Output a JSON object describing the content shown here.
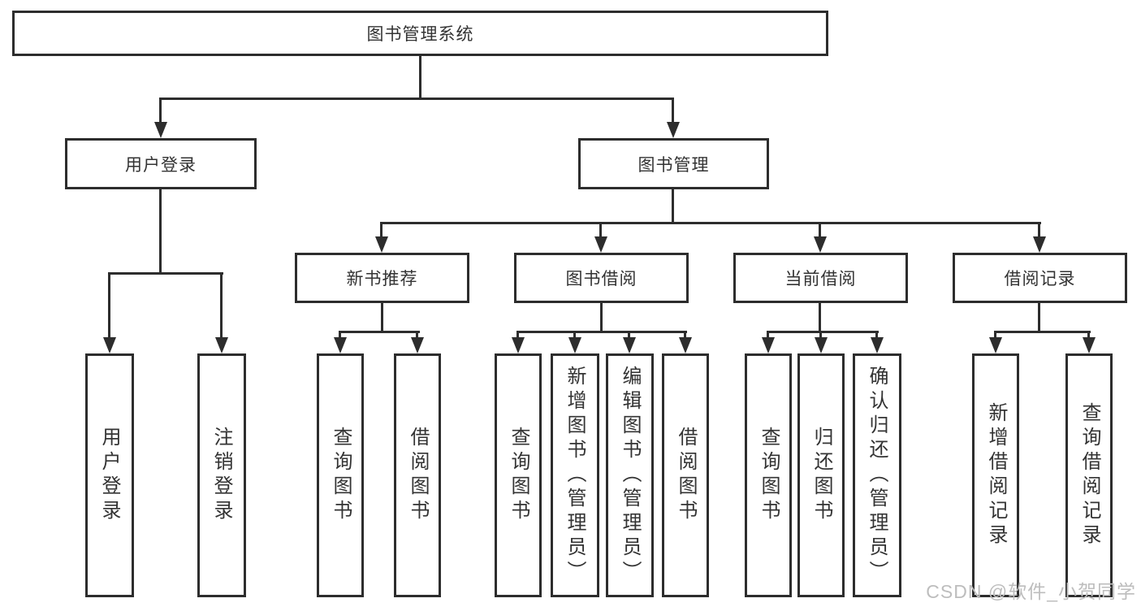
{
  "diagram": {
    "title": "图书管理系统",
    "level2": {
      "user": "用户登录",
      "mgmt": "图书管理"
    },
    "level3": {
      "rec": "新书推荐",
      "bor": "图书借阅",
      "cur": "当前借阅",
      "log": "借阅记录"
    },
    "leaves": {
      "user": [
        "用户登录",
        "注销登录"
      ],
      "rec": [
        "查询图书",
        "借阅图书"
      ],
      "bor": [
        "查询图书",
        "新增图书（管理员）",
        "编辑图书（管理员）",
        "借阅图书"
      ],
      "cur": [
        "查询图书",
        "归还图书",
        "确认归还（管理员）"
      ],
      "log": [
        "新增借阅记录",
        "查询借阅记录"
      ]
    }
  },
  "watermark": "CSDN @软件_小贺同学",
  "colors": {
    "line": "#2d2d2d",
    "text": "#333333",
    "watermark": "#bdbdbd",
    "background": "#ffffff"
  }
}
